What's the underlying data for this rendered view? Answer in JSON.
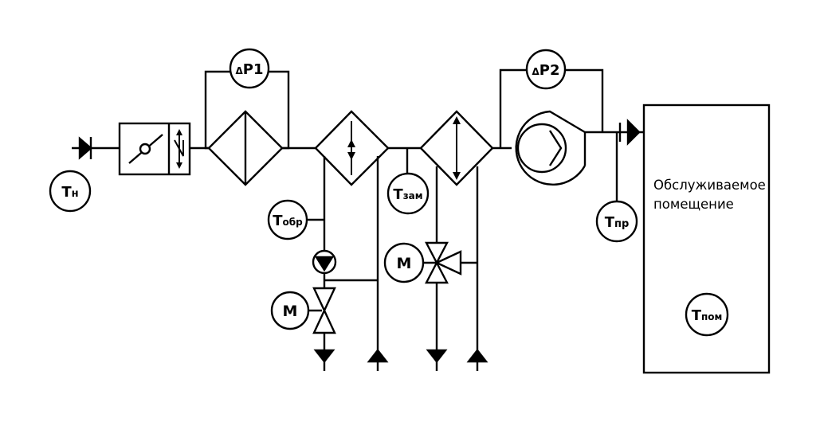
{
  "sensors": {
    "t_outdoor": {
      "main": "T",
      "sub": "н"
    },
    "t_return": {
      "main": "T",
      "sub": "обр"
    },
    "t_frost": {
      "main": "T",
      "sub": "зам"
    },
    "t_supply": {
      "main": "T",
      "sub": "пр"
    },
    "t_room": {
      "main": "T",
      "sub": "пом"
    }
  },
  "pressure": {
    "dp1": {
      "delta": "Δ",
      "main": "P1"
    },
    "dp2": {
      "delta": "Δ",
      "main": "P2"
    }
  },
  "motors": {
    "m_heater": "M",
    "m_cooler": "M"
  },
  "room": {
    "line1": "Обслуживаемое",
    "line2": "помещение"
  }
}
